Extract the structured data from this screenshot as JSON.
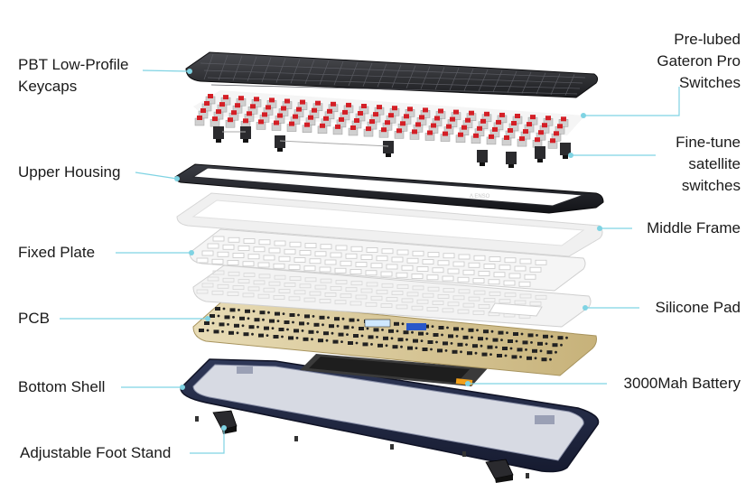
{
  "labels": {
    "keycaps": [
      "PBT Low-Profile",
      "Keycaps"
    ],
    "switches": [
      "Pre-lubed",
      "Gateron Pro",
      "Switches"
    ],
    "satellite": [
      "Fine-tune",
      "satellite",
      "switches"
    ],
    "upper_housing": "Upper Housing",
    "middle_frame": "Middle Frame",
    "fixed_plate": "Fixed Plate",
    "silicone_pad": "Silicone Pad",
    "pcb": "PCB",
    "battery": "3000Mah Battery",
    "bottom_shell": "Bottom Shell",
    "foot_stand": "Adjustable Foot Stand"
  },
  "housing_brand": "Λ ENSO",
  "colors": {
    "leader": "#7fd3e3",
    "keycap": "#2b2b2d",
    "housing": "#1f2024",
    "switch_stem": "#d41f26",
    "switch_body": "#d9d9d9",
    "frame": "#eeeeee",
    "pcb": "#d8c79a",
    "battery": "#2a2a2a",
    "battery_tab": "#f2a01a",
    "shell": "#242c48"
  }
}
